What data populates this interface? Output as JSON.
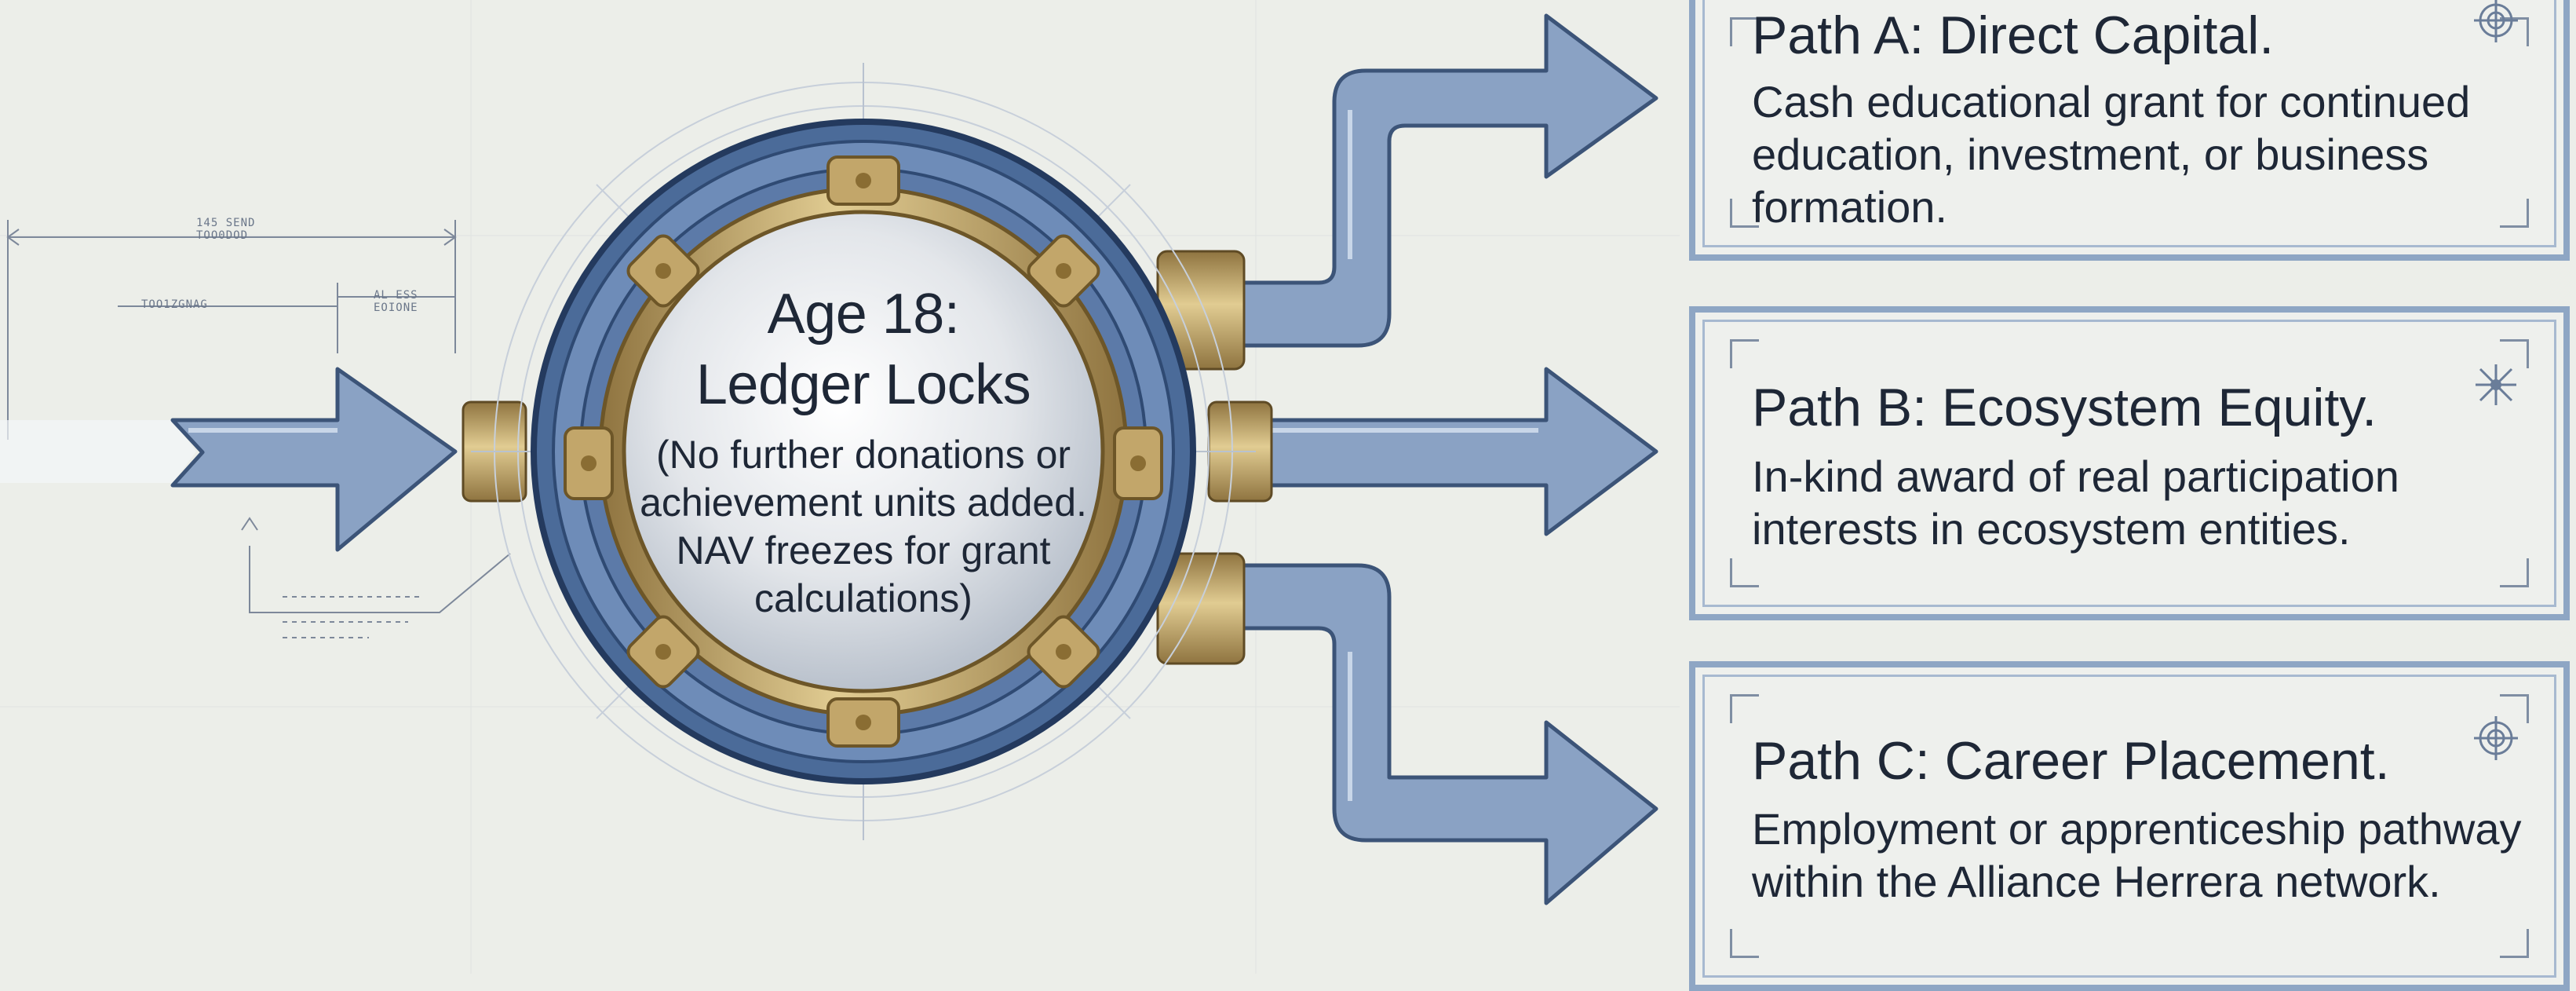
{
  "hub": {
    "title_line1": "Age 18:",
    "title_line2": "Ledger Locks",
    "sub_line1": "(No further donations or",
    "sub_line2": "achievement units added.",
    "sub_line3": "NAV freezes for grant",
    "sub_line4": "calculations)"
  },
  "paths": [
    {
      "title": "Path A: Direct Capital.",
      "body": "Cash educational grant for continued education, investment, or business formation.",
      "icon": "crosshair-target-icon"
    },
    {
      "title": "Path B: Ecosystem Equity.",
      "body": "In-kind award of real participation interests in ecosystem entities.",
      "icon": "compass-star-icon"
    },
    {
      "title": "Path C: Career Placement.",
      "body": "Employment or apprenticeship pathway within the Alliance Herrera network.",
      "icon": "crosshair-target-icon"
    }
  ],
  "annotations": {
    "dim_top_line1": "145 SEND",
    "dim_top_line2": "TOO0DOD",
    "dim_mid_left": "TOO1ZGNAG",
    "dim_mid_right_line1": "AL ESS",
    "dim_mid_right_line2": "EOIONE"
  },
  "colors": {
    "background": "#eceee9",
    "pipe_fill": "#8aa2c4",
    "pipe_stroke": "#3c5478",
    "brass": "#c2a66a",
    "text": "#1e2736"
  }
}
